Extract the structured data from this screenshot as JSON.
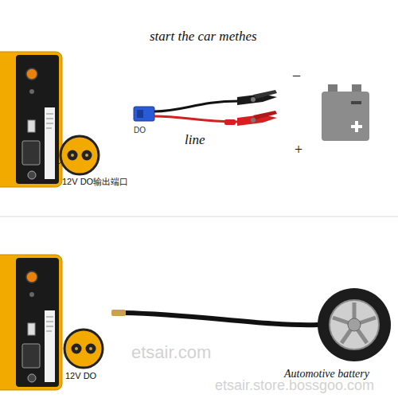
{
  "diagram": {
    "title": "start the car methes",
    "labels": [
      "DO",
      "line",
      "–",
      "+",
      "12V DO输出端口",
      "12V DO",
      "etsair.com",
      "Automotive battery",
      "etsair.store.bossgoo.com"
    ]
  }
}
